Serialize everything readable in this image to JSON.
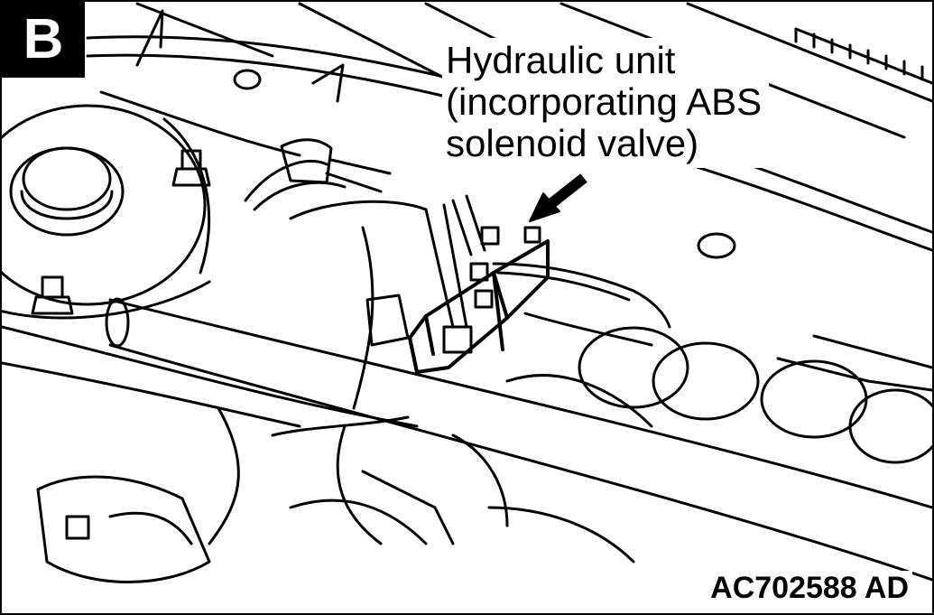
{
  "view_badge": "B",
  "callout": {
    "line1": "Hydraulic unit",
    "line2": "(incorporating ABS",
    "line3": "solenoid valve)"
  },
  "figure_code": "AC702588 AD",
  "colors": {
    "ink": "#000000",
    "paper": "#ffffff"
  }
}
